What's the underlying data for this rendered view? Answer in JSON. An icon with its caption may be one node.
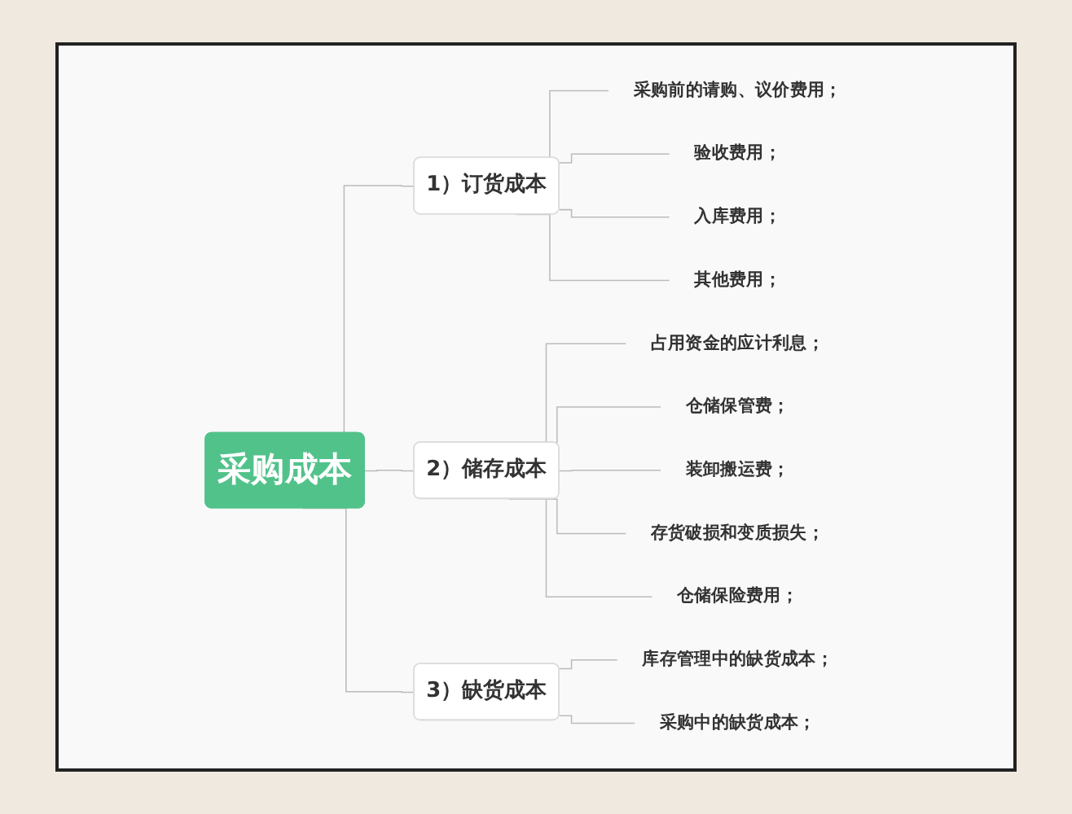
{
  "diagram": {
    "nodes": [
      {
        "text": [
          "采购成本"
        ]
      },
      {
        "text": [
          "1）订货成本"
        ]
      },
      {
        "text": [
          "采购前的请购、议价费用；"
        ]
      },
      {
        "text": [
          "验收费用；"
        ]
      },
      {
        "text": [
          "入库费用；"
        ]
      },
      {
        "text": [
          "其他费用；"
        ]
      },
      {
        "text": [
          "2）储存成本"
        ]
      },
      {
        "text": [
          "占用资金的应计利息；"
        ]
      },
      {
        "text": [
          "仓储保管费；"
        ]
      },
      {
        "text": [
          "装卸搬运费；"
        ]
      },
      {
        "text": [
          "存货破损和变质损失；"
        ]
      },
      {
        "text": [
          "仓储保险费用；"
        ]
      },
      {
        "text": [
          "3）缺货成本"
        ]
      },
      {
        "text": [
          "库存管理中的缺货成本；"
        ]
      },
      {
        "text": [
          "采购中的缺货成本；"
        ]
      }
    ],
    "edges": [
      {
        "from": 0,
        "to": 1,
        "arrow": "none"
      },
      {
        "from": 1,
        "to": 2,
        "arrow": "none"
      },
      {
        "from": 1,
        "to": 3,
        "arrow": "none"
      },
      {
        "from": 1,
        "to": 4,
        "arrow": "none"
      },
      {
        "from": 1,
        "to": 5,
        "arrow": "none"
      },
      {
        "from": 0,
        "to": 6,
        "arrow": "none"
      },
      {
        "from": 6,
        "to": 7,
        "arrow": "none"
      },
      {
        "from": 6,
        "to": 8,
        "arrow": "none"
      },
      {
        "from": 6,
        "to": 9,
        "arrow": "none"
      },
      {
        "from": 6,
        "to": 10,
        "arrow": "none"
      },
      {
        "from": 6,
        "to": 11,
        "arrow": "none"
      },
      {
        "from": 0,
        "to": 12,
        "arrow": "none"
      },
      {
        "from": 12,
        "to": 13,
        "arrow": "none"
      },
      {
        "from": 12,
        "to": 14,
        "arrow": "none"
      }
    ]
  }
}
